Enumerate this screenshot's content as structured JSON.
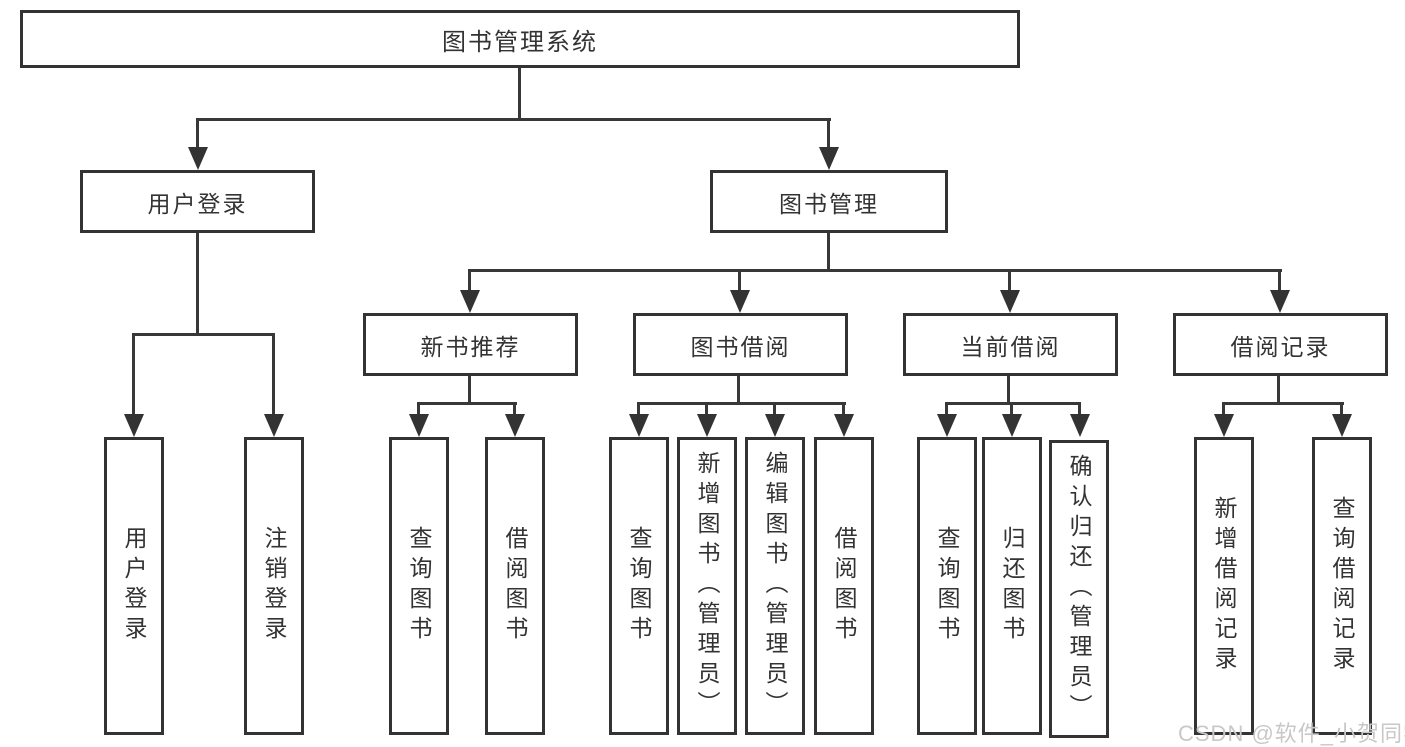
{
  "diagram": {
    "title": "图书管理系统",
    "watermark": "CSDN @软件_小贺同学",
    "colors": {
      "line": "#383838",
      "border": "#333333",
      "text": "#333333",
      "background": "#ffffff",
      "watermark": "#c8c8c8"
    },
    "tree": {
      "root": {
        "label": "图书管理系统",
        "children": [
          {
            "label": "用户登录",
            "children": [
              {
                "label": "用户登录"
              },
              {
                "label": "注销登录"
              }
            ]
          },
          {
            "label": "图书管理",
            "children": [
              {
                "label": "新书推荐",
                "children": [
                  {
                    "label": "查询图书"
                  },
                  {
                    "label": "借阅图书"
                  }
                ]
              },
              {
                "label": "图书借阅",
                "children": [
                  {
                    "label": "查询图书"
                  },
                  {
                    "label": "新增图书（管理员）"
                  },
                  {
                    "label": "编辑图书（管理员）"
                  },
                  {
                    "label": "借阅图书"
                  }
                ]
              },
              {
                "label": "当前借阅",
                "children": [
                  {
                    "label": "查询图书"
                  },
                  {
                    "label": "归还图书"
                  },
                  {
                    "label": "确认归还（管理员）"
                  }
                ]
              },
              {
                "label": "借阅记录",
                "children": [
                  {
                    "label": "新增借阅记录"
                  },
                  {
                    "label": "查询借阅记录"
                  }
                ]
              }
            ]
          }
        ]
      }
    }
  }
}
